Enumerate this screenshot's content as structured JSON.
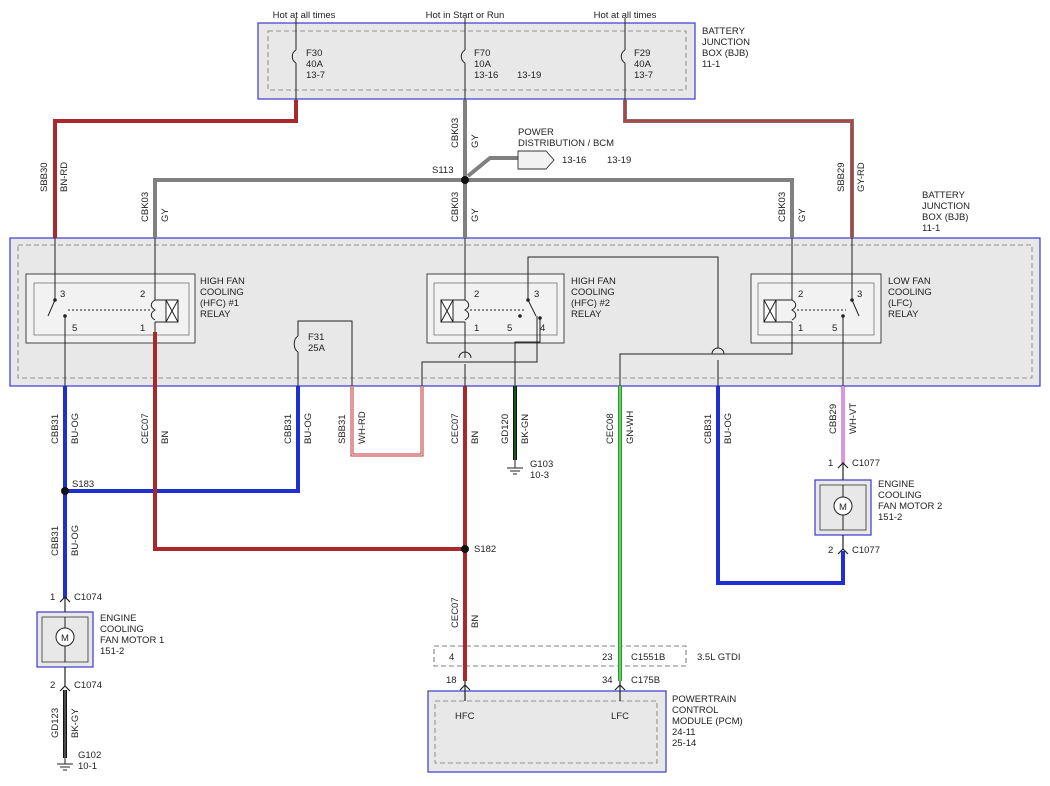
{
  "supply": {
    "left": "Hot at all times",
    "center": "Hot in Start or Run",
    "right": "Hot at all times"
  },
  "bjb_top": {
    "name": "BATTERY JUNCTION BOX (BJB)",
    "name_lines": [
      "BATTERY",
      "JUNCTION",
      "BOX (BJB)"
    ],
    "page": "11-1",
    "fuses": [
      {
        "id": "F30",
        "rating": "40A",
        "ref": "13-7",
        "ref2": ""
      },
      {
        "id": "F70",
        "rating": "10A",
        "ref": "13-16",
        "ref2": "13-19"
      },
      {
        "id": "F29",
        "rating": "40A",
        "ref": "13-7",
        "ref2": ""
      }
    ]
  },
  "bjb_main": {
    "name_lines": [
      "BATTERY",
      "JUNCTION",
      "BOX (BJB)"
    ],
    "page": "11-1"
  },
  "power_dist": {
    "lines": [
      "POWER",
      "DISTRIBUTION / BCM"
    ],
    "ref1": "13-16",
    "ref2": "13-19"
  },
  "splices": {
    "s113": "S113",
    "s183": "S183",
    "s182": "S182"
  },
  "relays": [
    {
      "lines": [
        "HIGH FAN",
        "COOLING",
        "(HFC) #1",
        "RELAY"
      ],
      "pins": [
        "3",
        "2",
        "5",
        "1"
      ]
    },
    {
      "lines": [
        "HIGH FAN",
        "COOLING",
        "(HFC) #2",
        "RELAY"
      ],
      "pins": [
        "2",
        "3",
        "1",
        "5",
        "4"
      ]
    },
    {
      "lines": [
        "LOW FAN",
        "COOLING",
        "(LFC)",
        "RELAY"
      ],
      "pins": [
        "2",
        "3",
        "1",
        "5"
      ]
    }
  ],
  "fuse31": {
    "id": "F31",
    "rating": "25A"
  },
  "wires": {
    "sbb30": {
      "circuit": "SBB30",
      "color": "BN-RD"
    },
    "sbb29": {
      "circuit": "SBB29",
      "color": "GY-RD"
    },
    "cbk03_a": {
      "circuit": "CBK03",
      "color": "GY"
    },
    "cbk03_b": {
      "circuit": "CBK03",
      "color": "GY"
    },
    "cbk03_c": {
      "circuit": "CBK03",
      "color": "GY"
    },
    "cbk03_d": {
      "circuit": "CBK03",
      "color": "GY"
    },
    "cbb31_a": {
      "circuit": "CBB31",
      "color": "BU-OG"
    },
    "cec07_a": {
      "circuit": "CEC07",
      "color": "BN"
    },
    "cbb31_b": {
      "circuit": "CBB31",
      "color": "BU-OG"
    },
    "sbb31": {
      "circuit": "SBB31",
      "color": "WH-RD"
    },
    "cec07_b": {
      "circuit": "CEC07",
      "color": "BN"
    },
    "gd120": {
      "circuit": "GD120",
      "color": "BK-GN"
    },
    "cec08": {
      "circuit": "CEC08",
      "color": "GN-WH"
    },
    "cbb31_c": {
      "circuit": "CBB31",
      "color": "BU-OG"
    },
    "cbb29": {
      "circuit": "CBB29",
      "color": "WH-VT"
    },
    "cbb31_d": {
      "circuit": "CBB31",
      "color": "BU-OG"
    },
    "cec07_c": {
      "circuit": "CEC07",
      "color": "BN"
    },
    "gd123": {
      "circuit": "GD123",
      "color": "BK-GY"
    }
  },
  "grounds": {
    "g103": {
      "id": "G103",
      "ref": "10-3"
    },
    "g102": {
      "id": "G102",
      "ref": "10-1"
    }
  },
  "motor1": {
    "lines": [
      "ENGINE",
      "COOLING",
      "FAN MOTOR 1",
      "151-2"
    ],
    "symbol": "M",
    "conn_top_pin": "1",
    "conn_top": "C1074",
    "conn_bot_pin": "2",
    "conn_bot": "C1074"
  },
  "motor2": {
    "lines": [
      "ENGINE",
      "COOLING",
      "FAN MOTOR 2",
      "151-2"
    ],
    "symbol": "M",
    "conn_top_pin": "1",
    "conn_top": "C1077",
    "conn_bot_pin": "2",
    "conn_bot": "C1077"
  },
  "inline_conn": {
    "pin_a": "4",
    "pin_b": "23",
    "id": "C1551B",
    "note": "3.5L GTDI"
  },
  "pcm": {
    "lines": [
      "POWERTRAIN",
      "CONTROL",
      "MODULE (PCM)",
      "24-11",
      "25-14"
    ],
    "pin_a": "18",
    "pin_b": "34",
    "conn": "C175B",
    "hfc": "HFC",
    "lfc": "LFC"
  },
  "colors": {
    "gray_wire": "#808080",
    "brown_red_wire": "#a8282c",
    "blue_wire": "#2030d0",
    "green_wire": "#1aa01a",
    "box_border": "#3a3ad0",
    "box_fill": "#e8e8e8"
  }
}
